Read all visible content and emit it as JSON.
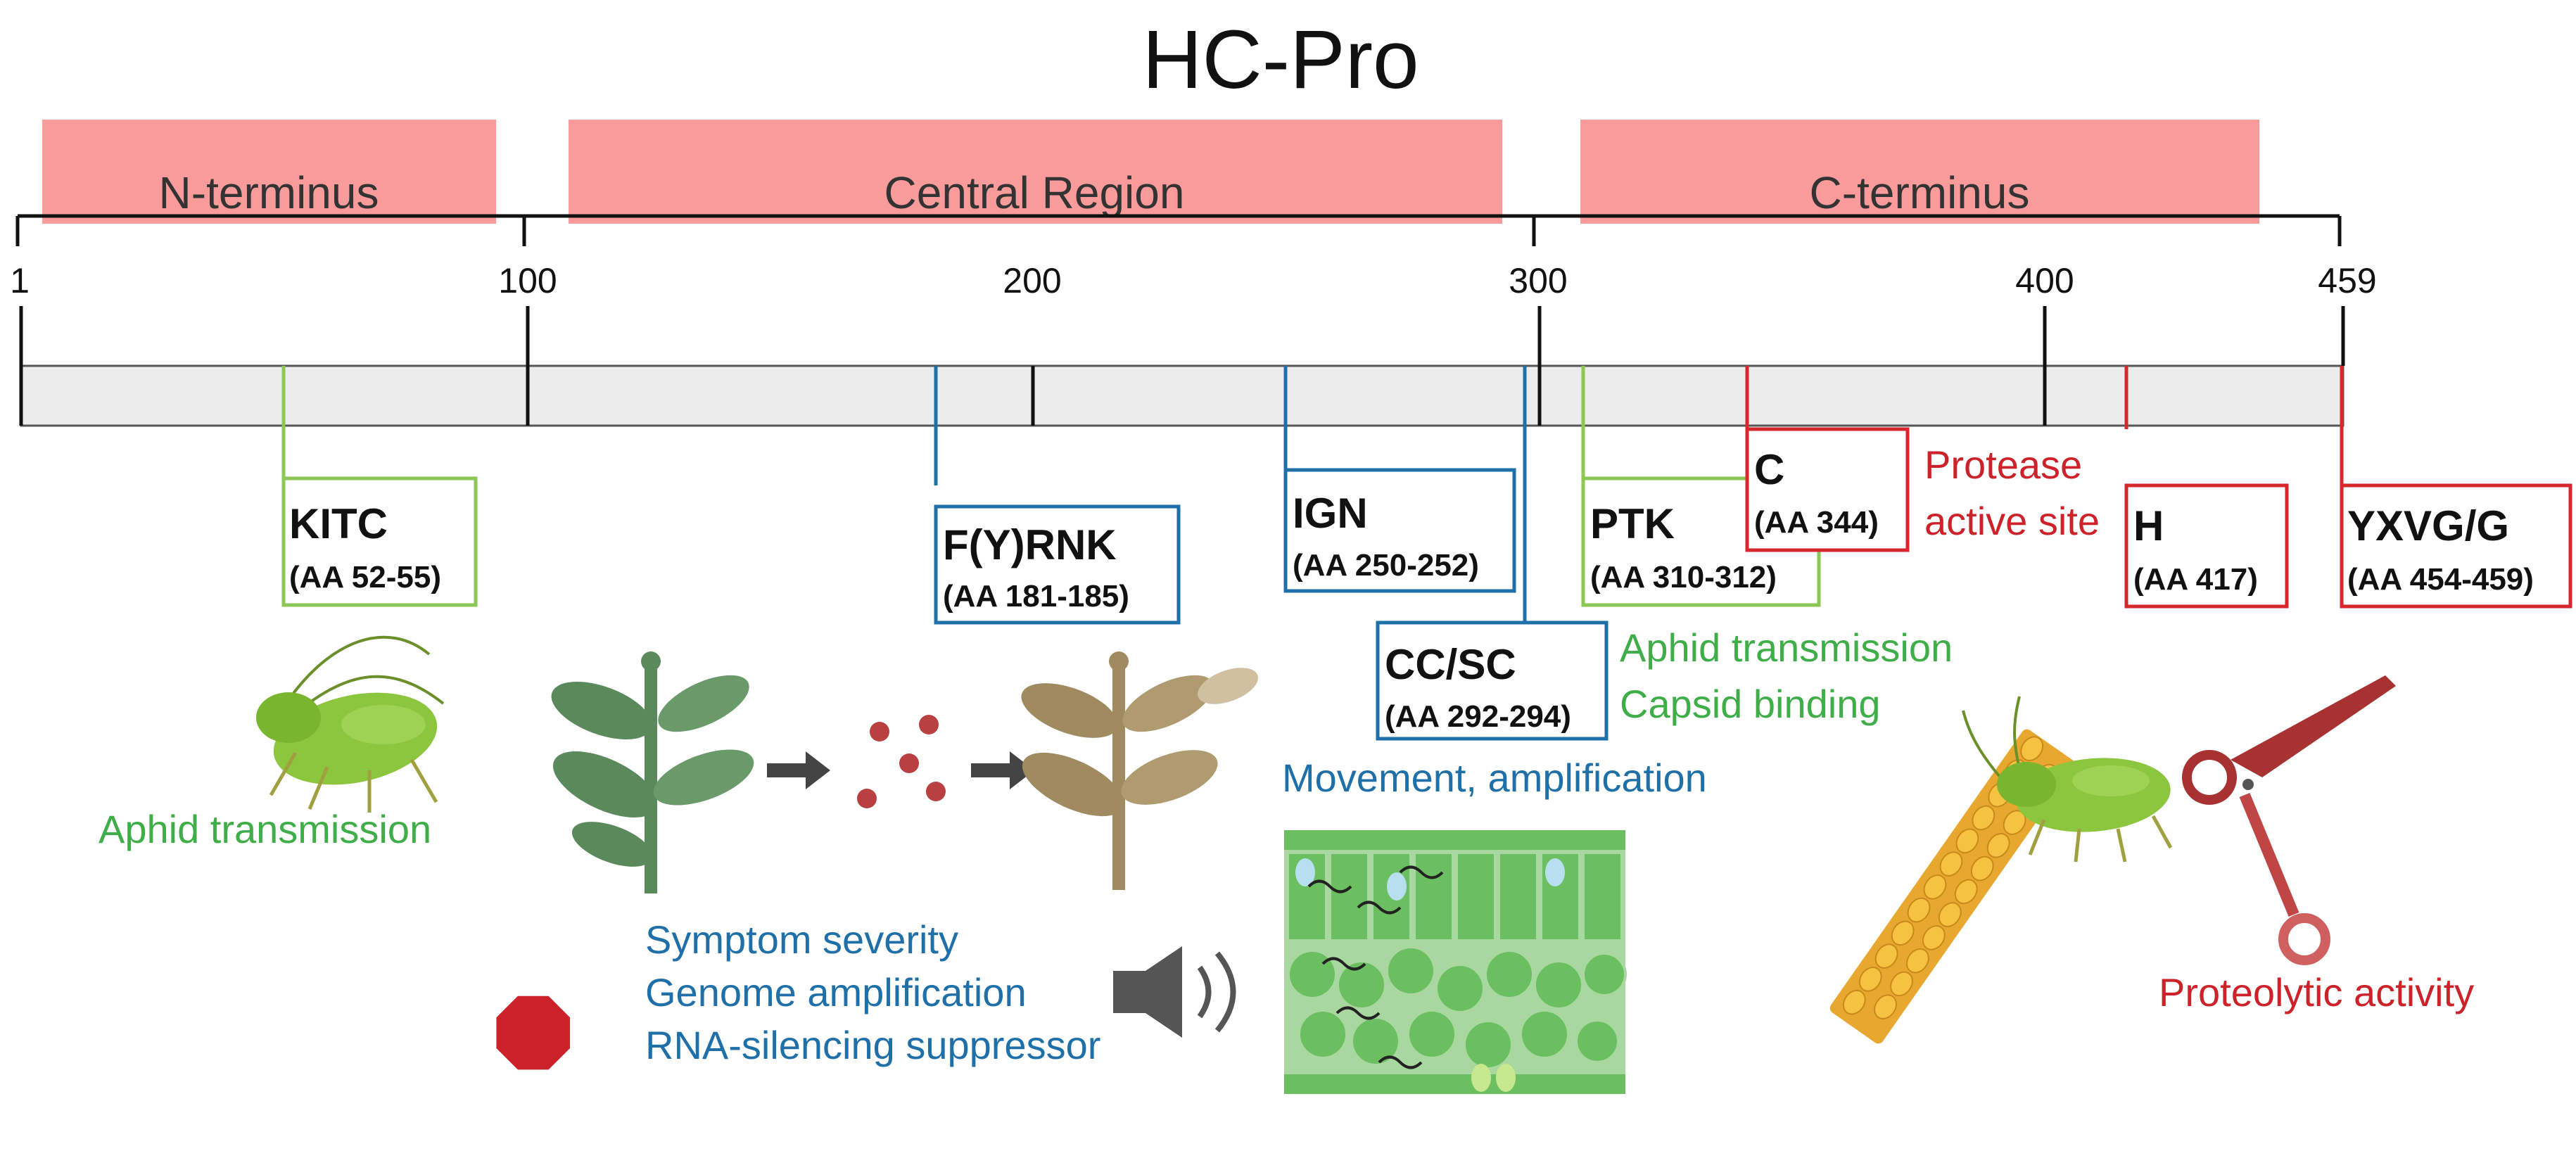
{
  "title": "HC-Pro",
  "protein_length": 459,
  "regions": [
    {
      "label": "N-terminus",
      "start": 5,
      "end": 95
    },
    {
      "label": "Central Region",
      "start": 108,
      "end": 293
    },
    {
      "label": "C-terminus",
      "start": 308,
      "end": 444
    }
  ],
  "ticks": [
    {
      "label": "1",
      "pos": 1
    },
    {
      "label": "100",
      "pos": 100
    },
    {
      "label": "200",
      "pos": 200
    },
    {
      "label": "300",
      "pos": 300
    },
    {
      "label": "400",
      "pos": 400
    },
    {
      "label": "459",
      "pos": 459
    }
  ],
  "motifs": [
    {
      "id": "kitc",
      "name": "KITC",
      "range": "(AA 52-55)",
      "pos": 52,
      "group": "aphid"
    },
    {
      "id": "frnk",
      "name": "F(Y)RNK",
      "range": "(AA 181-185)",
      "pos": 181,
      "group": "symptom"
    },
    {
      "id": "ign",
      "name": "IGN",
      "range": "(AA 250-252)",
      "pos": 250,
      "group": "symptom"
    },
    {
      "id": "ccsc",
      "name": "CC/SC",
      "range": "(AA 292-294)",
      "pos": 297,
      "group": "symptom"
    },
    {
      "id": "ptk",
      "name": "PTK",
      "range": "(AA 310-312)",
      "pos": 310,
      "group": "aphid"
    },
    {
      "id": "c",
      "name": "C",
      "range": "(AA 344)",
      "pos": 344,
      "group": "protease"
    },
    {
      "id": "h",
      "name": "H",
      "range": "(AA 417)",
      "pos": 417,
      "group": "protease"
    },
    {
      "id": "yxvg",
      "name": "YXVG/G",
      "range": "(AA 454-459)",
      "pos": 459,
      "group": "protease"
    }
  ],
  "functions": {
    "aphid_transmission_1": "Aphid transmission",
    "protease_line1": "Protease",
    "protease_line2": "active site",
    "aphid_transmission_2": "Aphid transmission",
    "capsid_binding": "Capsid binding",
    "movement": "Movement, amplification",
    "symptom_severity": "Symptom severity",
    "genome_amplification": "Genome amplification",
    "rna_silencing": "RNA-silencing suppressor",
    "proteolytic": "Proteolytic activity",
    "stop_sign": "STOP"
  },
  "colors": {
    "region_fill": "#f99b9b",
    "aphid_group": "#8cc653",
    "symptom_group": "#1f6fa8",
    "protease_group": "#d7262c",
    "bar_fill": "#ececec"
  }
}
